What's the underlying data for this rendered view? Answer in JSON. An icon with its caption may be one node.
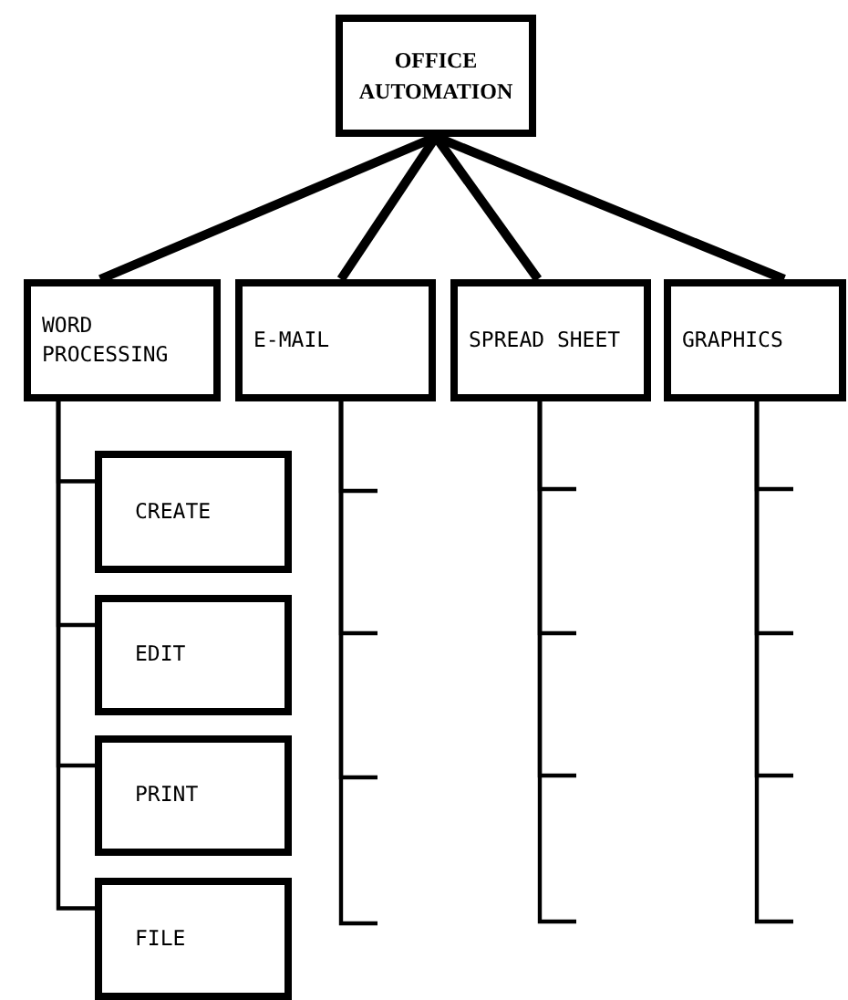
{
  "diagram": {
    "nodes": [
      {
        "text": [
          "OFFICE AUTOMATION"
        ]
      },
      {
        "text": [
          "WORD PROCESSING"
        ]
      },
      {
        "text": [
          "E-MAIL"
        ]
      },
      {
        "text": [
          "SPREAD SHEET"
        ]
      },
      {
        "text": [
          "GRAPHICS"
        ]
      },
      {
        "text": [
          "CREATE"
        ]
      },
      {
        "text": [
          "EDIT"
        ]
      },
      {
        "text": [
          "PRINT"
        ]
      },
      {
        "text": [
          "FILE"
        ]
      }
    ],
    "edges": [
      {
        "from": 0,
        "to": 1,
        "arrow": "none",
        "style": "thick"
      },
      {
        "from": 0,
        "to": 2,
        "arrow": "none",
        "style": "thick"
      },
      {
        "from": 0,
        "to": 3,
        "arrow": "none",
        "style": "thick"
      },
      {
        "from": 0,
        "to": 4,
        "arrow": "none",
        "style": "thick"
      },
      {
        "from": 1,
        "to": 5,
        "arrow": "none"
      },
      {
        "from": 1,
        "to": 6,
        "arrow": "none"
      },
      {
        "from": 1,
        "to": 7,
        "arrow": "none"
      },
      {
        "from": 1,
        "to": 8,
        "arrow": "none"
      },
      {
        "from": 2,
        "to": null,
        "arrow": "none"
      },
      {
        "from": 2,
        "to": null,
        "arrow": "none"
      },
      {
        "from": 2,
        "to": null,
        "arrow": "none"
      },
      {
        "from": 2,
        "to": null,
        "arrow": "none"
      },
      {
        "from": 3,
        "to": null,
        "arrow": "none"
      },
      {
        "from": 3,
        "to": null,
        "arrow": "none"
      },
      {
        "from": 3,
        "to": null,
        "arrow": "none"
      },
      {
        "from": 3,
        "to": null,
        "arrow": "none"
      },
      {
        "from": 4,
        "to": null,
        "arrow": "none"
      },
      {
        "from": 4,
        "to": null,
        "arrow": "none"
      },
      {
        "from": 4,
        "to": null,
        "arrow": "none"
      },
      {
        "from": 4,
        "to": null,
        "arrow": "none"
      }
    ]
  }
}
